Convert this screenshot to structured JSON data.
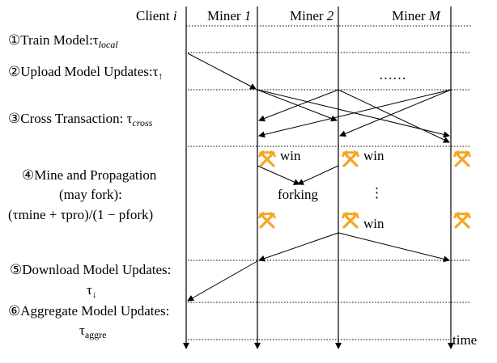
{
  "header": {
    "client": "Client",
    "client_var": "i",
    "miner1": "Miner",
    "miner1_var": "1",
    "miner2": "Miner",
    "miner2_var": "2",
    "minerM": "Miner",
    "minerM_var": "M"
  },
  "steps": {
    "s1": {
      "num": "①",
      "text": "Train Model:",
      "tau": "τ",
      "sub": "local"
    },
    "s2": {
      "num": "②",
      "text": "Upload Model Updates:",
      "tau": "τ",
      "sub": "↑"
    },
    "s3": {
      "num": "③",
      "text": "Cross Transaction: ",
      "tau": "τ",
      "sub": "cross"
    },
    "s4": {
      "num": "④",
      "line1": "Mine and Propagation",
      "line2": "(may fork):",
      "line3": "(τmine + τpro)/(1 − pfork)"
    },
    "s5": {
      "num": "⑤",
      "text": "Download Model Updates:",
      "tau": "τ",
      "sub": "↓"
    },
    "s6": {
      "num": "⑥",
      "text": "Aggregate Model Updates:",
      "tau": "τ",
      "sub": "aggre"
    }
  },
  "annotations": {
    "ellipsis_h": "……",
    "ellipsis_v": "⋮",
    "win": "win",
    "forking": "forking",
    "time": "time"
  },
  "icons": {
    "pickaxe": "crossed-pickaxes-icon"
  },
  "colors": {
    "pickaxe": "#f5a623",
    "line": "#000000"
  }
}
